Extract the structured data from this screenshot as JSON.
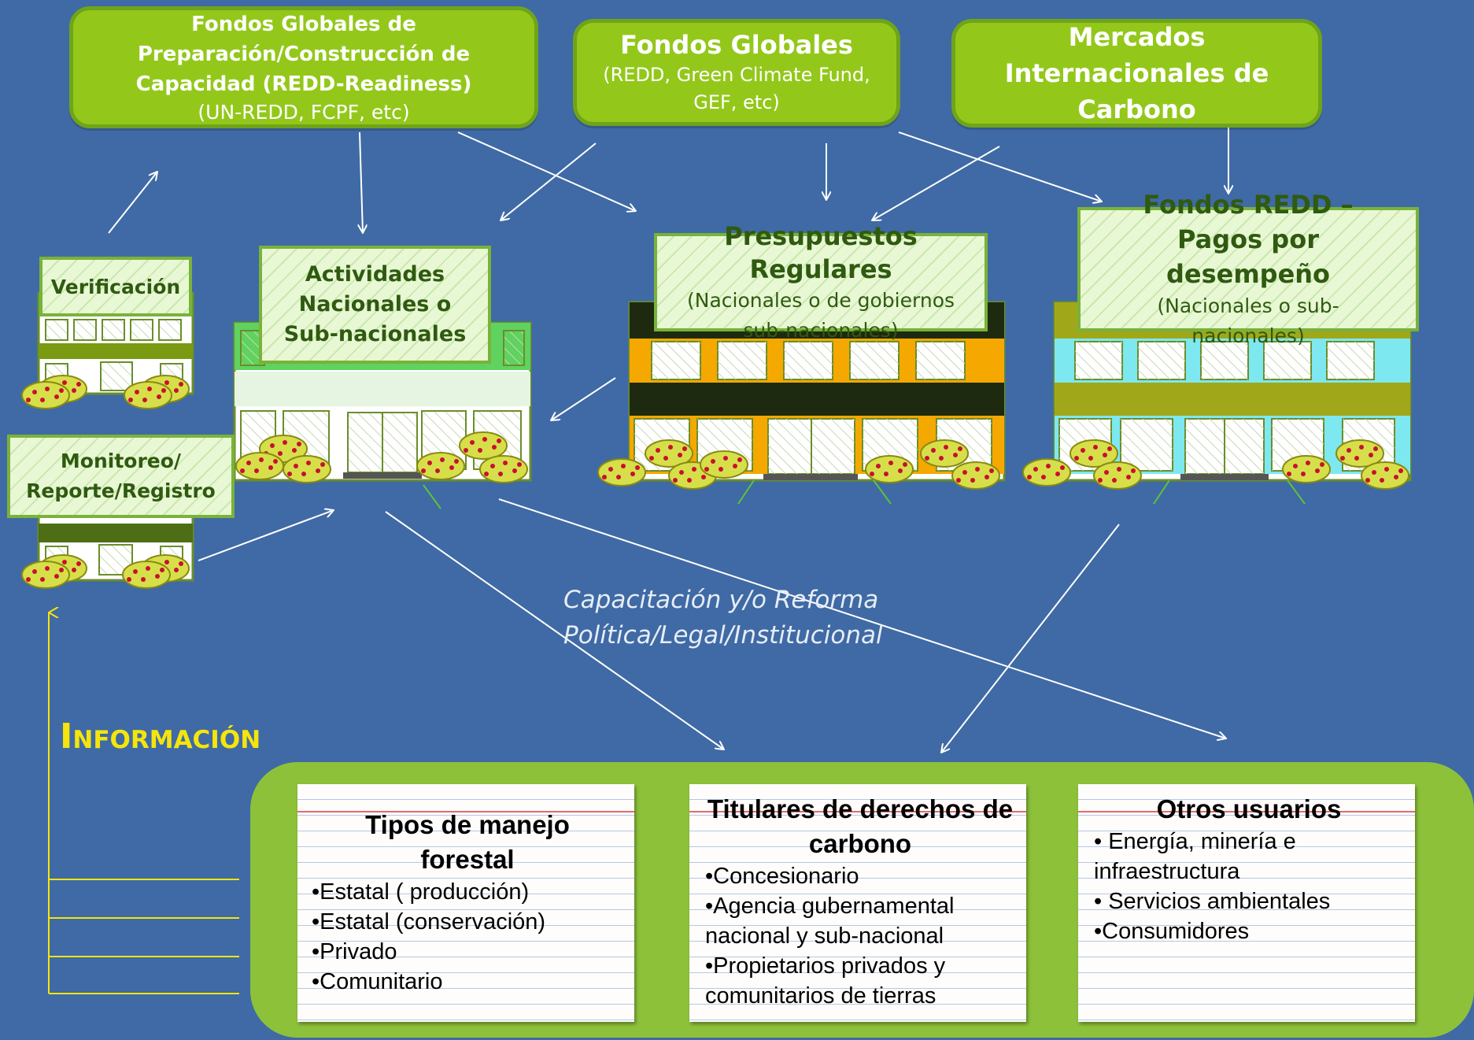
{
  "top_boxes": {
    "readiness": {
      "title": "Fondos Globales de Preparación/Construcción de Capacidad (REDD-Readiness)",
      "subtitle": "(UN-REDD, FCPF, etc)"
    },
    "global": {
      "title": "Fondos Globales",
      "subtitle": "(REDD, Green Climate Fund, GEF, etc)"
    },
    "markets": {
      "title": "Mercados Internacionales de Carbono"
    }
  },
  "buildings": {
    "verification": {
      "title": "Verificación"
    },
    "monitoring": {
      "title": "Monitoreo/ Reporte/Registro"
    },
    "national": {
      "title": "Actividades Nacionales o Sub-nacionales"
    },
    "budgets": {
      "title": "Presupuestos Regulares",
      "subtitle": "(Nacionales o de gobiernos sub-nacionales)"
    },
    "redd_funds": {
      "title": "Fondos REDD – Pagos por desempeño",
      "subtitle": "(Nacionales o sub-nacionales)"
    }
  },
  "flow_label": "Capacitación y/o Reforma Política/Legal/Institucional",
  "info_label": "Información",
  "cards": [
    {
      "title": "Tipos de manejo forestal",
      "items": [
        "•Estatal ( producción)",
        "•Estatal (conservación)",
        "•Privado",
        "•Comunitario"
      ]
    },
    {
      "title": "Titulares de derechos de carbono",
      "items": [
        "•Concesionario",
        "•Agencia gubernamental nacional y sub-nacional",
        "•Propietarios privados y comunitarios de tierras"
      ]
    },
    {
      "title": "Otros usuarios",
      "items": [
        "• Energía, minería e infraestructura",
        "• Servicios ambientales",
        "•Consumidores"
      ]
    }
  ],
  "colors": {
    "background": "#3f6aa5",
    "box_green": "#93c81b",
    "panel_green": "#8dc13a",
    "info_yellow": "#f5e50b",
    "arrow": "#ffffff"
  }
}
